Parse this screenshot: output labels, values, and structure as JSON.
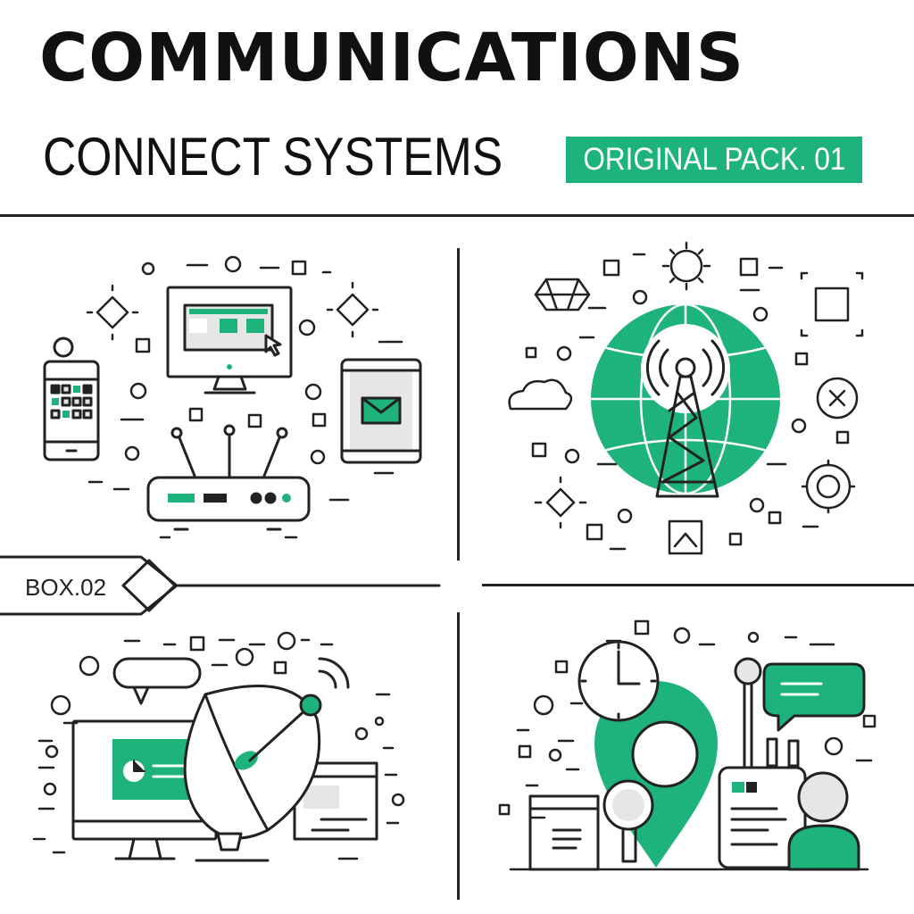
{
  "header": {
    "title": "COMMUNICATIONS",
    "subtitle": "CONNECT SYSTEMS",
    "badge": "ORIGINAL PACK. 01"
  },
  "divider_label": "BOX.02",
  "colors": {
    "accent": "#1fb37c",
    "line": "#222222",
    "light_fill": "#e6e6e6"
  },
  "panels": [
    {
      "name": "devices-network",
      "icons": [
        "monitor-icon",
        "smartphone-icon",
        "tablet-mail-icon",
        "router-icon"
      ]
    },
    {
      "name": "global-broadcast",
      "icons": [
        "globe-icon",
        "radio-tower-icon",
        "cloud-icon",
        "sun-icon"
      ]
    },
    {
      "name": "satellite-dish",
      "icons": [
        "desktop-chart-icon",
        "satellite-dish-icon",
        "speech-bubble-icon"
      ]
    },
    {
      "name": "location-messaging",
      "icons": [
        "clock-icon",
        "map-pin-icon",
        "walkie-talkie-icon",
        "user-icon",
        "chat-bubble-icon"
      ]
    }
  ]
}
